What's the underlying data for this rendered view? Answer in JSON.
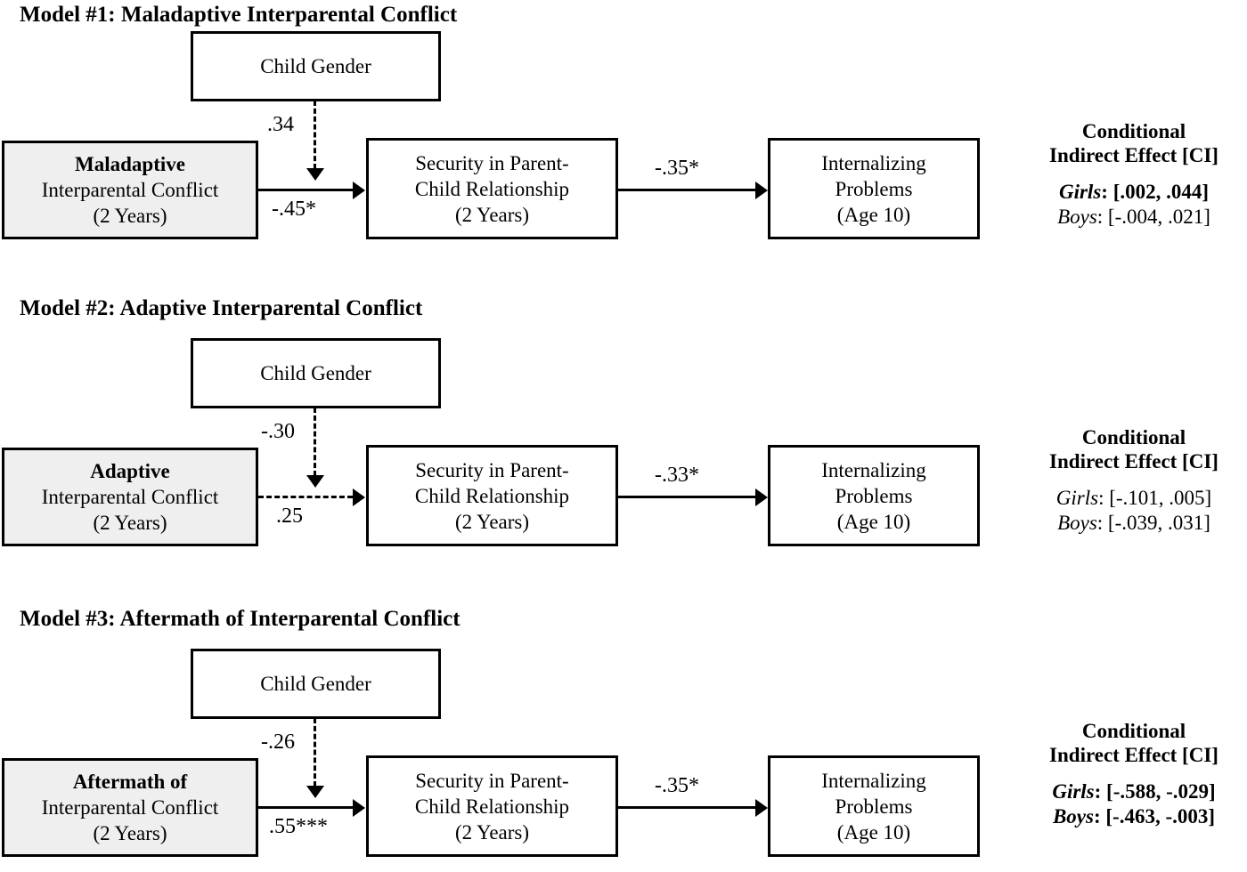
{
  "figure": {
    "box_labels": {
      "gender": "Child Gender",
      "mediator_line1": "Security in Parent-",
      "mediator_line2": "Child Relationship",
      "mediator_line3": "(2 Years)",
      "outcome_line1": "Internalizing",
      "outcome_line2": "Problems",
      "outcome_line3": "(Age 10)",
      "predictor_line2": "Interparental Conflict",
      "predictor_line3": "(2 Years)"
    },
    "ci_header_line1": "Conditional",
    "ci_header_line2": "Indirect Effect [CI]"
  },
  "models": [
    {
      "title": "Model #1: Maladaptive Interparental Conflict",
      "predictor_line1": "Maladaptive",
      "moderator_path_label": ".34",
      "a_path_label": "-.45*",
      "a_path_style": "solid",
      "b_path_label": "-.35*",
      "ci": {
        "girls_label": "Girls",
        "girls_value": ": [.002, .044]",
        "girls_bold": true,
        "boys_label": "Boys",
        "boys_value": ": [-.004, .021]",
        "boys_bold": false
      }
    },
    {
      "title": "Model #2: Adaptive Interparental Conflict",
      "predictor_line1": "Adaptive",
      "moderator_path_label": "-.30",
      "a_path_label": ".25",
      "a_path_style": "dashed",
      "b_path_label": "-.33*",
      "ci": {
        "girls_label": "Girls",
        "girls_value": ": [-.101, .005]",
        "girls_bold": false,
        "boys_label": "Boys",
        "boys_value": ": [-.039, .031]",
        "boys_bold": false
      }
    },
    {
      "title": "Model #3: Aftermath of Interparental Conflict",
      "predictor_line1": "Aftermath of",
      "moderator_path_label": "-.26",
      "a_path_label": ".55***",
      "a_path_style": "solid",
      "b_path_label": "-.35*",
      "ci": {
        "girls_label": "Girls",
        "girls_value": ": [-.588, -.029]",
        "girls_bold": true,
        "boys_label": "Boys",
        "boys_value": ": [-.463, -.003]",
        "boys_bold": true
      }
    }
  ],
  "colors": {
    "stroke": "#000000",
    "shaded_box_fill": "#efefef",
    "background": "#ffffff"
  }
}
